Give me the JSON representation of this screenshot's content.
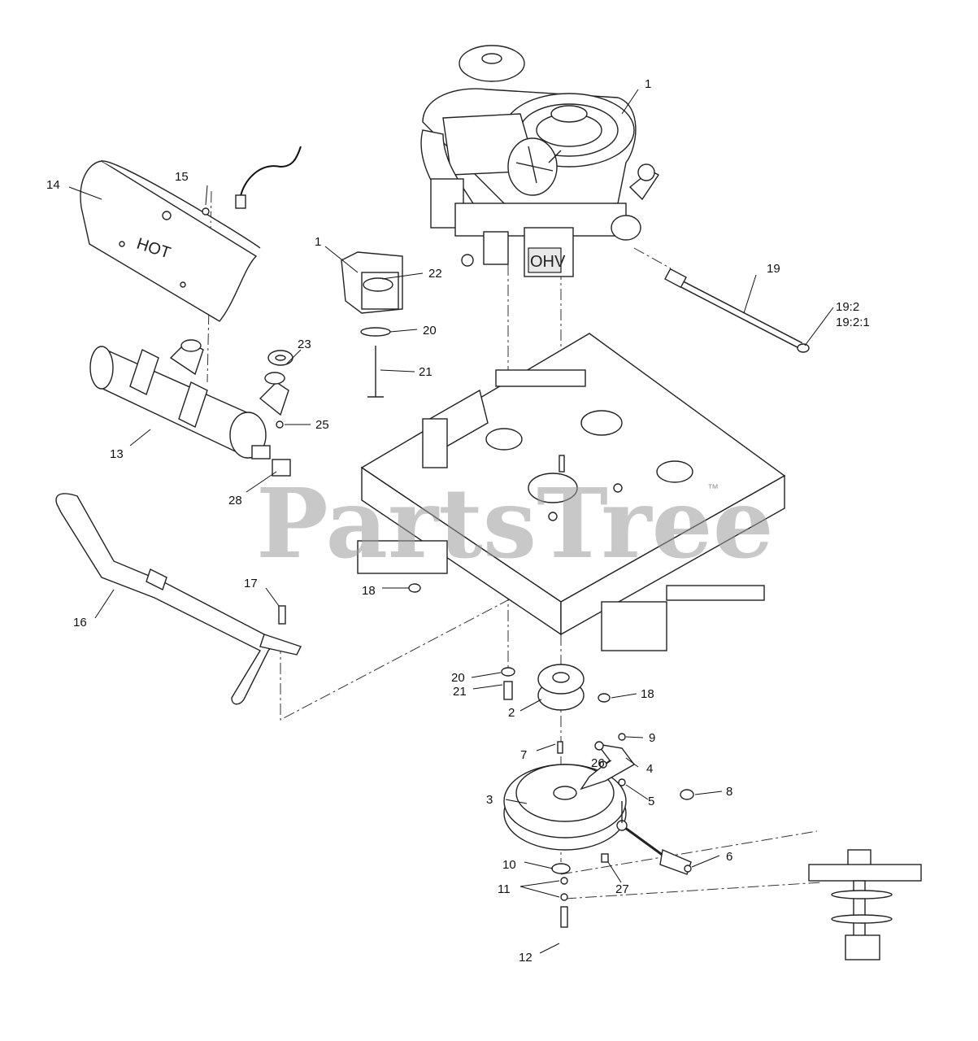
{
  "watermark": {
    "brand": "PartsTree",
    "trademark": "™"
  },
  "stamps": {
    "heat_shield": "HOT",
    "valve_cover": "OHV"
  },
  "callouts": [
    {
      "id": "c-1a",
      "label": "1"
    },
    {
      "id": "c-1b",
      "label": "1"
    },
    {
      "id": "c-2",
      "label": "2"
    },
    {
      "id": "c-3",
      "label": "3"
    },
    {
      "id": "c-4",
      "label": "4"
    },
    {
      "id": "c-5",
      "label": "5"
    },
    {
      "id": "c-6",
      "label": "6"
    },
    {
      "id": "c-7",
      "label": "7"
    },
    {
      "id": "c-8",
      "label": "8"
    },
    {
      "id": "c-9",
      "label": "9"
    },
    {
      "id": "c-10",
      "label": "10"
    },
    {
      "id": "c-11",
      "label": "11"
    },
    {
      "id": "c-12",
      "label": "12"
    },
    {
      "id": "c-13",
      "label": "13"
    },
    {
      "id": "c-14",
      "label": "14"
    },
    {
      "id": "c-15",
      "label": "15"
    },
    {
      "id": "c-16",
      "label": "16"
    },
    {
      "id": "c-17",
      "label": "17"
    },
    {
      "id": "c-18a",
      "label": "18"
    },
    {
      "id": "c-18b",
      "label": "18"
    },
    {
      "id": "c-19",
      "label": "19"
    },
    {
      "id": "c-19-2",
      "label": "19:2"
    },
    {
      "id": "c-19-2-1",
      "label": "19:2:1"
    },
    {
      "id": "c-20a",
      "label": "20"
    },
    {
      "id": "c-20b",
      "label": "20"
    },
    {
      "id": "c-21a",
      "label": "21"
    },
    {
      "id": "c-21b",
      "label": "21"
    },
    {
      "id": "c-22",
      "label": "22"
    },
    {
      "id": "c-23",
      "label": "23"
    },
    {
      "id": "c-25",
      "label": "25"
    },
    {
      "id": "c-26",
      "label": "26"
    },
    {
      "id": "c-27",
      "label": "27"
    },
    {
      "id": "c-28",
      "label": "28"
    }
  ]
}
